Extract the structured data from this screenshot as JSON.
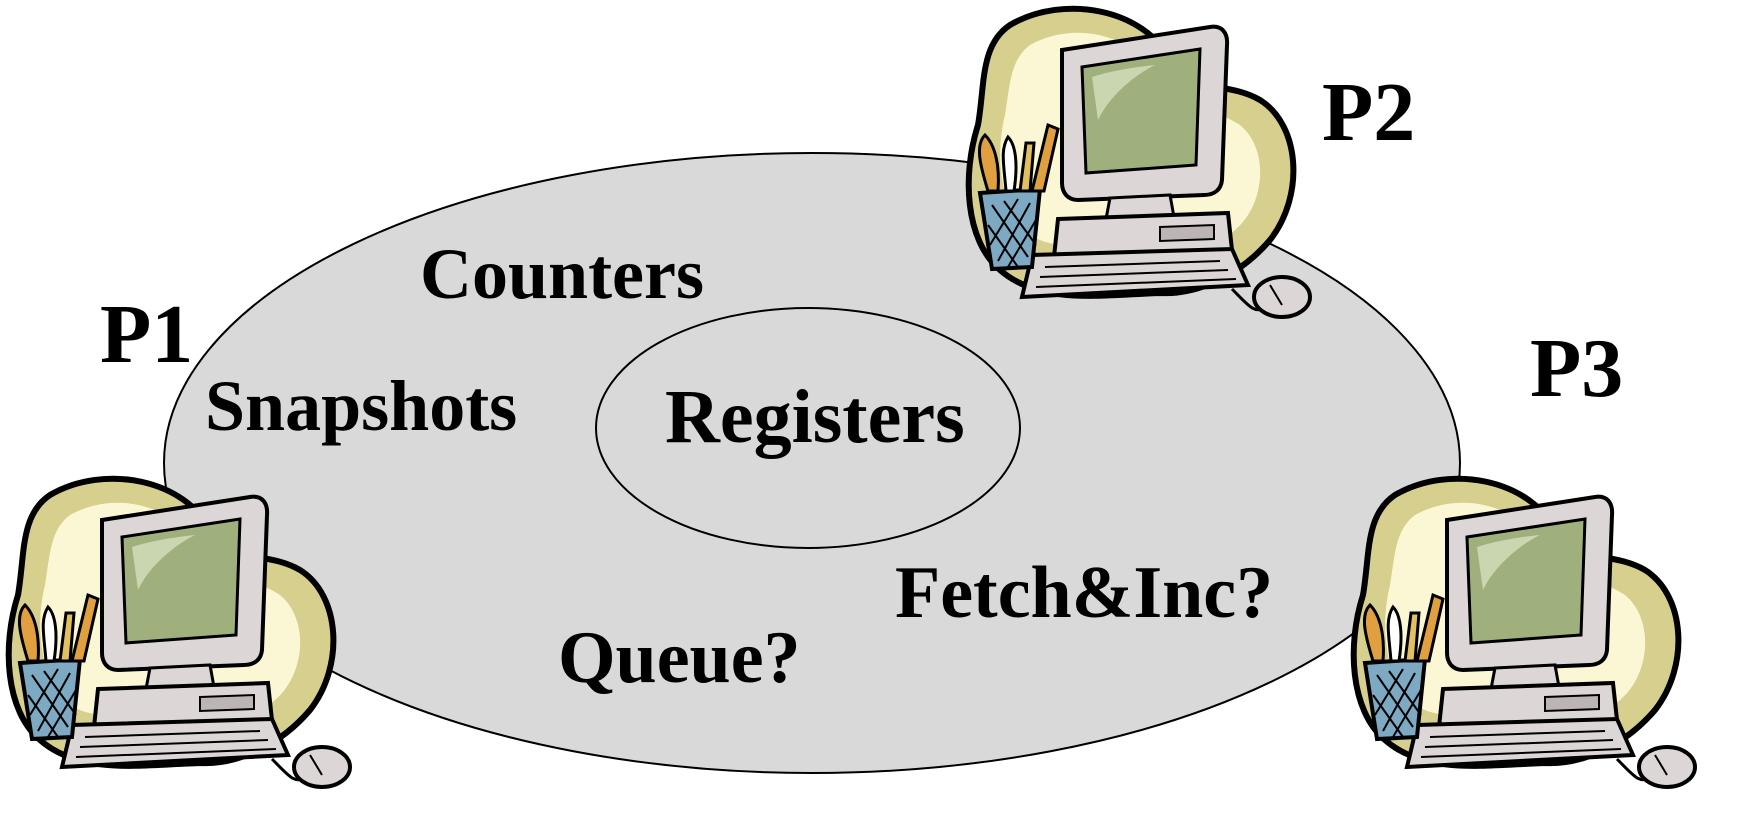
{
  "colors": {
    "outer_ellipse_fill": "#d9d9d9",
    "inner_ellipse_fill": "#d9d9d9",
    "outline": "#000000",
    "blob_fill": "#d6cf8e",
    "blob_highlight": "#fbf7d4",
    "screen": "#9fb07c",
    "case": "#dcd6d6",
    "cup": "#7ea9c2"
  },
  "processes": [
    {
      "label": "P1",
      "icon": "computer-icon"
    },
    {
      "label": "P2",
      "icon": "computer-icon"
    },
    {
      "label": "P3",
      "icon": "computer-icon"
    }
  ],
  "shared_objects": {
    "outer": [
      "Counters",
      "Snapshots",
      "Fetch&Inc?",
      "Queue?"
    ],
    "inner": [
      "Registers"
    ]
  }
}
